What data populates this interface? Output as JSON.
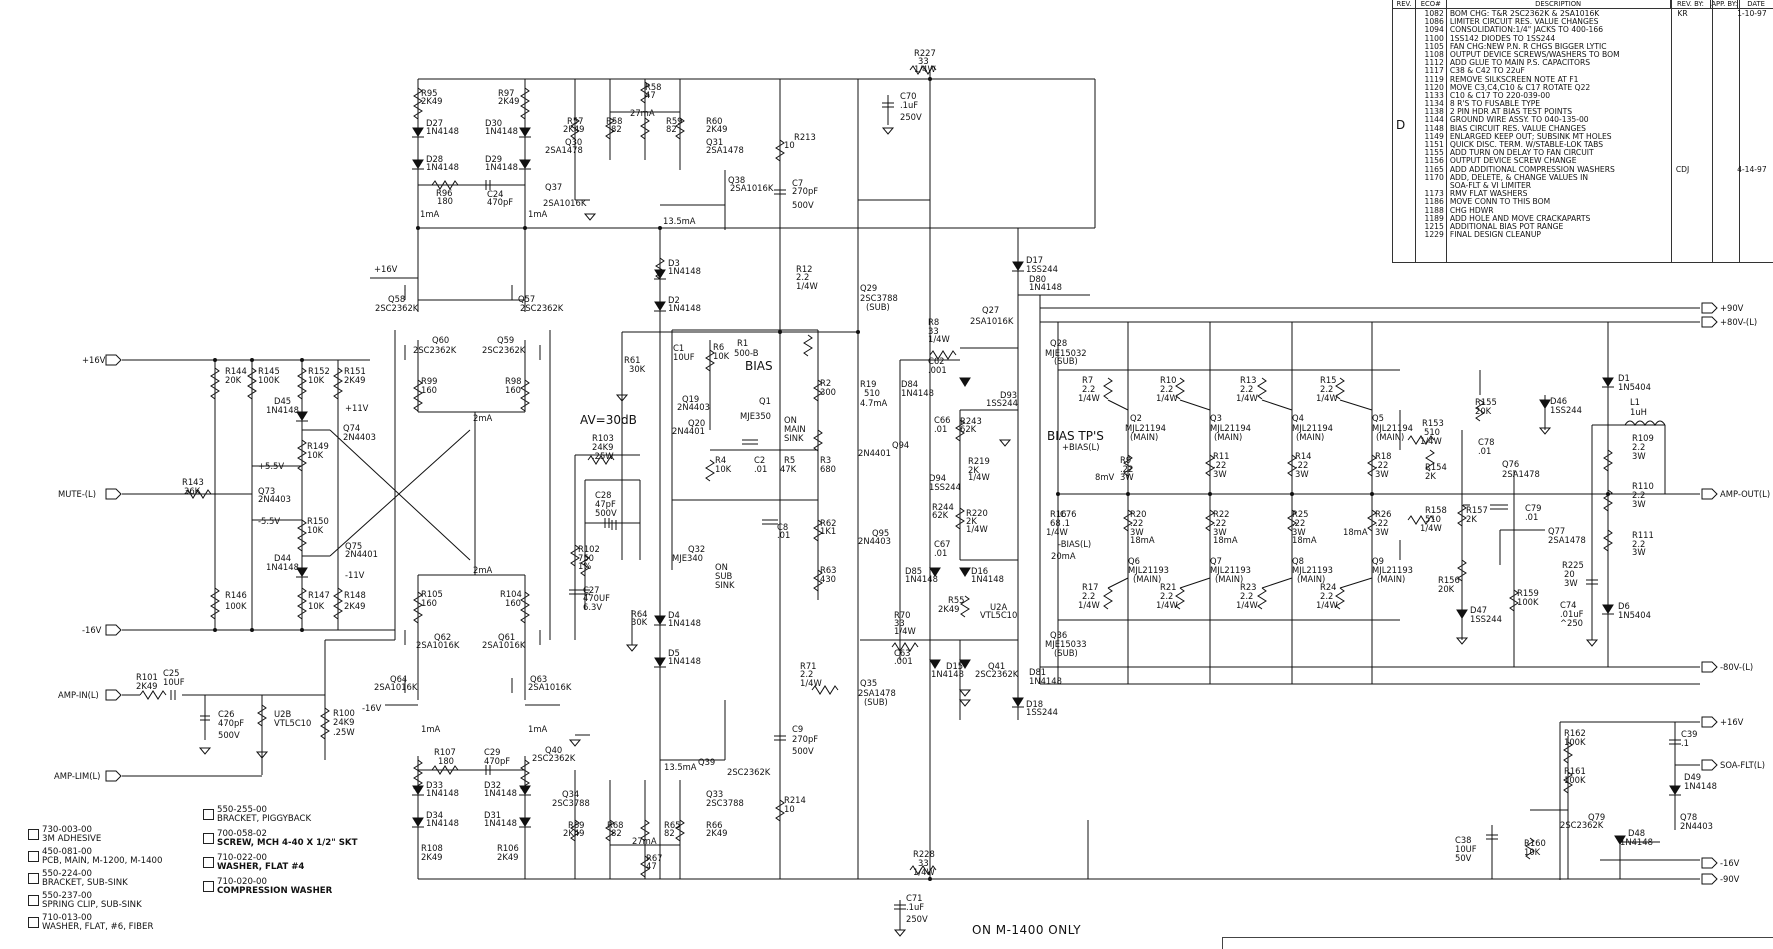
{
  "revision_table": {
    "headers": [
      "REV.",
      "ECO#",
      "DESCRIPTION",
      "REV. BY:",
      "APP. BY:",
      "DATE"
    ],
    "rev_letter": "D",
    "rows": [
      {
        "eco": "1082",
        "desc": "BOM CHG: T&R 2SC2362K & 2SA1016K",
        "by": "KR",
        "date": "1-10-97"
      },
      {
        "eco": "1086",
        "desc": "LIMITER CIRCUIT RES. VALUE CHANGES",
        "by": "",
        "date": ""
      },
      {
        "eco": "1094",
        "desc": "CONSOLIDATION:1/4\" JACKS TO 400-166",
        "by": "",
        "date": ""
      },
      {
        "eco": "1100",
        "desc": "1SS142 DIODES TO 1SS244",
        "by": "",
        "date": ""
      },
      {
        "eco": "1105",
        "desc": "FAN CHG:NEW P.N. R CHGS BIGGER LYTIC",
        "by": "",
        "date": ""
      },
      {
        "eco": "1108",
        "desc": "OUTPUT DEVICE SCREWS/WASHERS TO BOM",
        "by": "",
        "date": ""
      },
      {
        "eco": "1112",
        "desc": "ADD GLUE TO MAIN P.S. CAPACITORS",
        "by": "",
        "date": ""
      },
      {
        "eco": "1117",
        "desc": "C38 & C42 TO 22uF",
        "by": "",
        "date": ""
      },
      {
        "eco": "1119",
        "desc": "REMOVE SILKSCREEN NOTE AT F1",
        "by": "",
        "date": ""
      },
      {
        "eco": "1120",
        "desc": "MOVE C3,C4,C10 & C17 ROTATE Q22",
        "by": "",
        "date": ""
      },
      {
        "eco": "1133",
        "desc": "C10 & C17 TO 220-039-00",
        "by": "",
        "date": ""
      },
      {
        "eco": "1134",
        "desc": "8 R'S TO FUSABLE TYPE",
        "by": "",
        "date": ""
      },
      {
        "eco": "1138",
        "desc": "2 PIN HDR AT BIAS TEST POINTS",
        "by": "",
        "date": ""
      },
      {
        "eco": "1144",
        "desc": "GROUND WIRE ASSY. TO 040-135-00",
        "by": "",
        "date": ""
      },
      {
        "eco": "1148",
        "desc": "BIAS CIRCUIT RES. VALUE CHANGES",
        "by": "",
        "date": ""
      },
      {
        "eco": "1149",
        "desc": "ENLARGED KEEP OUT; SUBSINK MT HOLES",
        "by": "",
        "date": ""
      },
      {
        "eco": "1151",
        "desc": "QUICK DISC. TERM. W/STABLE-LOK TABS",
        "by": "",
        "date": ""
      },
      {
        "eco": "1155",
        "desc": "ADD TURN ON DELAY TO FAN CIRCUIT",
        "by": "",
        "date": ""
      },
      {
        "eco": "1156",
        "desc": "OUTPUT DEVICE SCREW CHANGE",
        "by": "",
        "date": ""
      },
      {
        "eco": "1165",
        "desc": "ADD ADDITIONAL COMPRESSION WASHERS",
        "by": "CDJ",
        "date": "4-14-97"
      },
      {
        "eco": "1170",
        "desc": "ADD, DELETE, & CHANGE VALUES IN",
        "by": "",
        "date": ""
      },
      {
        "eco": "",
        "desc": "SOA-FLT & VI LIMITER",
        "by": "",
        "date": ""
      },
      {
        "eco": "1173",
        "desc": "RMV FLAT WASHERS",
        "by": "",
        "date": ""
      },
      {
        "eco": "1186",
        "desc": "MOVE CONN TO THIS BOM",
        "by": "",
        "date": ""
      },
      {
        "eco": "1188",
        "desc": "CHG HDWR",
        "by": "",
        "date": ""
      },
      {
        "eco": "1189",
        "desc": "ADD HOLE AND MOVE CRACKAPARTS",
        "by": "",
        "date": ""
      },
      {
        "eco": "1215",
        "desc": "ADDITIONAL BIAS POT RANGE",
        "by": "",
        "date": ""
      },
      {
        "eco": "1229",
        "desc": "FINAL DESIGN CLEANUP",
        "by": "",
        "date": ""
      }
    ]
  },
  "parts_list_left": [
    {
      "pn": "730-003-00",
      "desc": "3M ADHESIVE"
    },
    {
      "pn": "450-081-00",
      "desc": "PCB, MAIN, M-1200, M-1400"
    },
    {
      "pn": "550-224-00",
      "desc": "BRACKET, SUB-SINK"
    },
    {
      "pn": "550-237-00",
      "desc": "SPRING CLIP, SUB-SINK"
    },
    {
      "pn": "710-013-00",
      "desc": "WASHER, FLAT, #6, FIBER"
    }
  ],
  "parts_list_right": [
    {
      "pn": "550-255-00",
      "desc": "BRACKET, PIGGYBACK"
    },
    {
      "pn": "700-058-02",
      "desc": "SCREW, MCH 4-40 X 1/2\" SKT"
    },
    {
      "pn": "710-022-00",
      "desc": "WASHER, FLAT #4"
    },
    {
      "pn": "710-020-00",
      "desc": "COMPRESSION WASHER"
    }
  ],
  "footer_note": "ON M-1400 ONLY",
  "ports": {
    "p16v_left": "+16V",
    "mute": "MUTE-(L)",
    "n16v_left": "-16V",
    "amp_in": "AMP-IN(L)",
    "amp_lim": "AMP-LIM(L)",
    "p90v": "+90V",
    "p80v": "+80V-(L)",
    "amp_out": "AMP-OUT(L)",
    "n80v": "-80V-(L)",
    "p16v_right": "+16V",
    "soa_flt": "SOA-FLT(L)",
    "n16v_right": "-16V",
    "n90v": "-90V"
  },
  "labels": {
    "av": "AV=30dB",
    "bias_tps": "BIAS TP'S",
    "bias_plus": "+BIAS(L)",
    "bias_minus": "-BIAS(L)",
    "bias": "BIAS"
  }
}
